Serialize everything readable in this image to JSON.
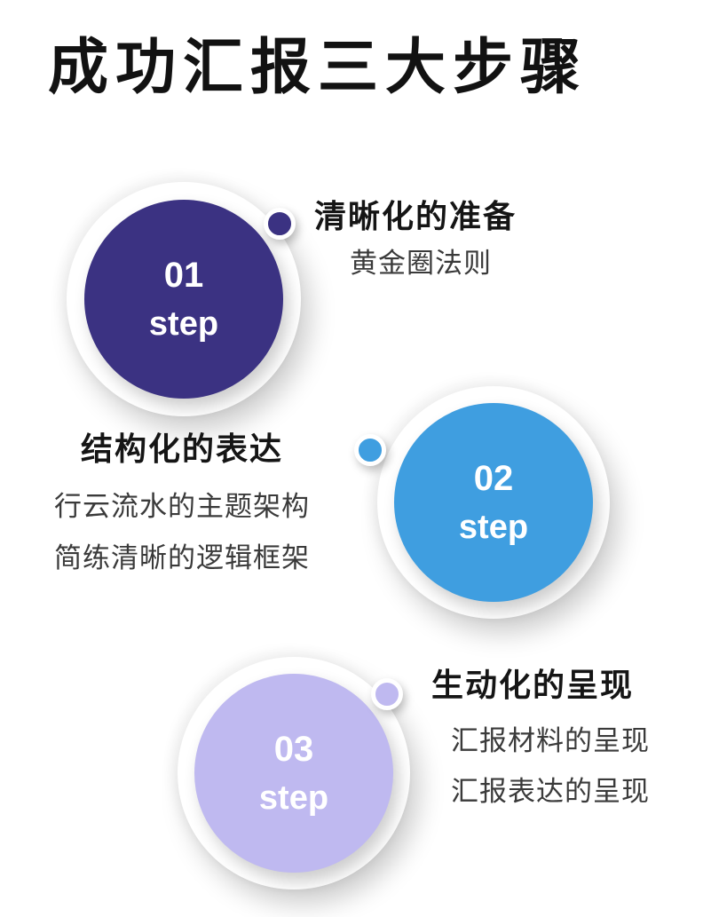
{
  "title": "成功汇报三大步骤",
  "colors": {
    "background": "#ffffff",
    "heading_text": "#151515",
    "body_text": "#3a3a3a",
    "step1": "#3b3282",
    "step2": "#3f9ee0",
    "step3": "#bfb9f0"
  },
  "steps": [
    {
      "number": "01",
      "step_label": "step",
      "heading": "清晰化的准备",
      "lines": [
        "黄金圈法则"
      ],
      "color": "#3b3282"
    },
    {
      "number": "02",
      "step_label": "step",
      "heading": "结构化的表达",
      "lines": [
        "行云流水的主题架构",
        "简练清晰的逻辑框架"
      ],
      "color": "#3f9ee0"
    },
    {
      "number": "03",
      "step_label": "step",
      "heading": "生动化的呈现",
      "lines": [
        "汇报材料的呈现",
        "汇报表达的呈现"
      ],
      "color": "#bfb9f0"
    }
  ]
}
